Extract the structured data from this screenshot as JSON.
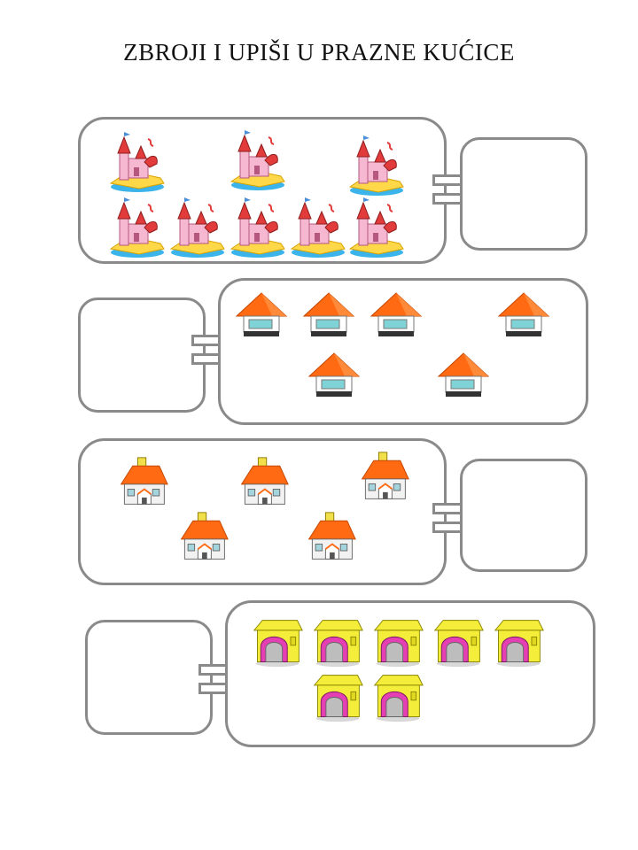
{
  "title": "ZBROJI I UPIŠI U PRAZNE KUĆICE",
  "rows": [
    {
      "item": "castle-icon",
      "count": 8,
      "answer": ""
    },
    {
      "item": "house-icon",
      "count": 6,
      "answer": ""
    },
    {
      "item": "cottage-icon",
      "count": 5,
      "answer": ""
    },
    {
      "item": "yellow-house-icon",
      "count": 7,
      "answer": ""
    }
  ],
  "colors": {
    "border": "#8a8a8a",
    "roof": "#ff6a13",
    "castle_pink": "#f5b8d0",
    "sand": "#ffd84a",
    "water": "#3ab4ea",
    "yellow_house": "#f4ee3a",
    "door_pink": "#e53fb4"
  }
}
